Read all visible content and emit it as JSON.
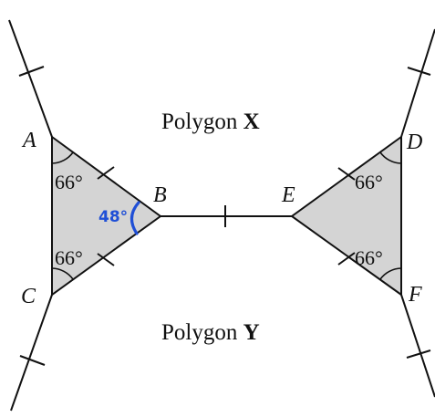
{
  "diagram": {
    "vertices": {
      "A": "A",
      "B": "B",
      "C": "C",
      "D": "D",
      "E": "E",
      "F": "F"
    },
    "angles": {
      "A": "66°",
      "C": "66°",
      "D": "66°",
      "F": "66°"
    },
    "polygon_x": {
      "text": "Polygon ",
      "letter": "X"
    },
    "polygon_y": {
      "text": "Polygon ",
      "letter": "Y"
    },
    "handwritten_angle_B": "48°",
    "colors": {
      "fill": "#d4d4d4",
      "stroke": "#111111",
      "handwriting": "#1f4fd6"
    }
  }
}
